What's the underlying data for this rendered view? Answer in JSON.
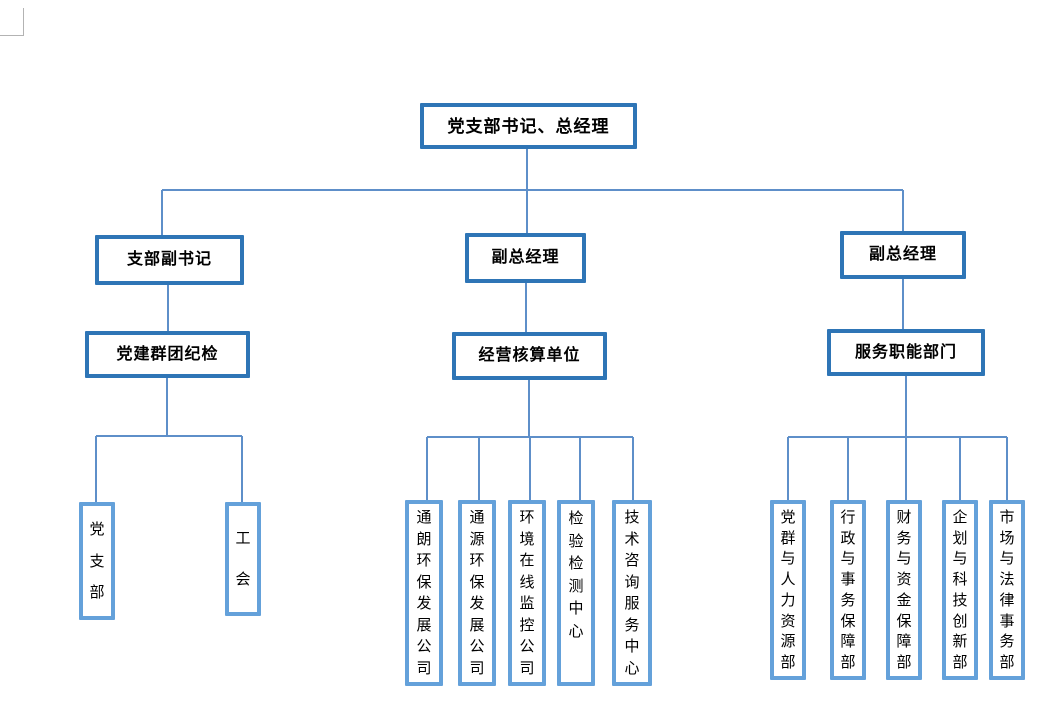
{
  "page": {
    "background": "#ffffff",
    "corner_mark": "page-corner-crop-mark"
  },
  "colors": {
    "box_border_dark": "#2E75B6",
    "box_border_light": "#64A1DA",
    "connector": "#5E8FC9",
    "text": "#000000"
  },
  "org": {
    "root": {
      "label": "党支部书记、总经理"
    },
    "level2": [
      {
        "label": "支部副书记"
      },
      {
        "label": "副总经理"
      },
      {
        "label": "副总经理"
      }
    ],
    "level3": [
      {
        "label": "党建群团纪检"
      },
      {
        "label": "经营核算单位"
      },
      {
        "label": "服务职能部门"
      }
    ],
    "groups": [
      {
        "parent": "党建群团纪检",
        "children": [
          "党支部",
          "工会"
        ]
      },
      {
        "parent": "经营核算单位",
        "children": [
          "通朗环保发展公司",
          "通源环保发展公司",
          "环境在线监控公司",
          "检验检测中心",
          "技术咨询服务中心"
        ]
      },
      {
        "parent": "服务职能部门",
        "children": [
          "党群与人力资源部",
          "行政与事务保障部",
          "财务与资金保障部",
          "企划与科技创新部",
          "市场与法律事务部"
        ]
      }
    ]
  }
}
